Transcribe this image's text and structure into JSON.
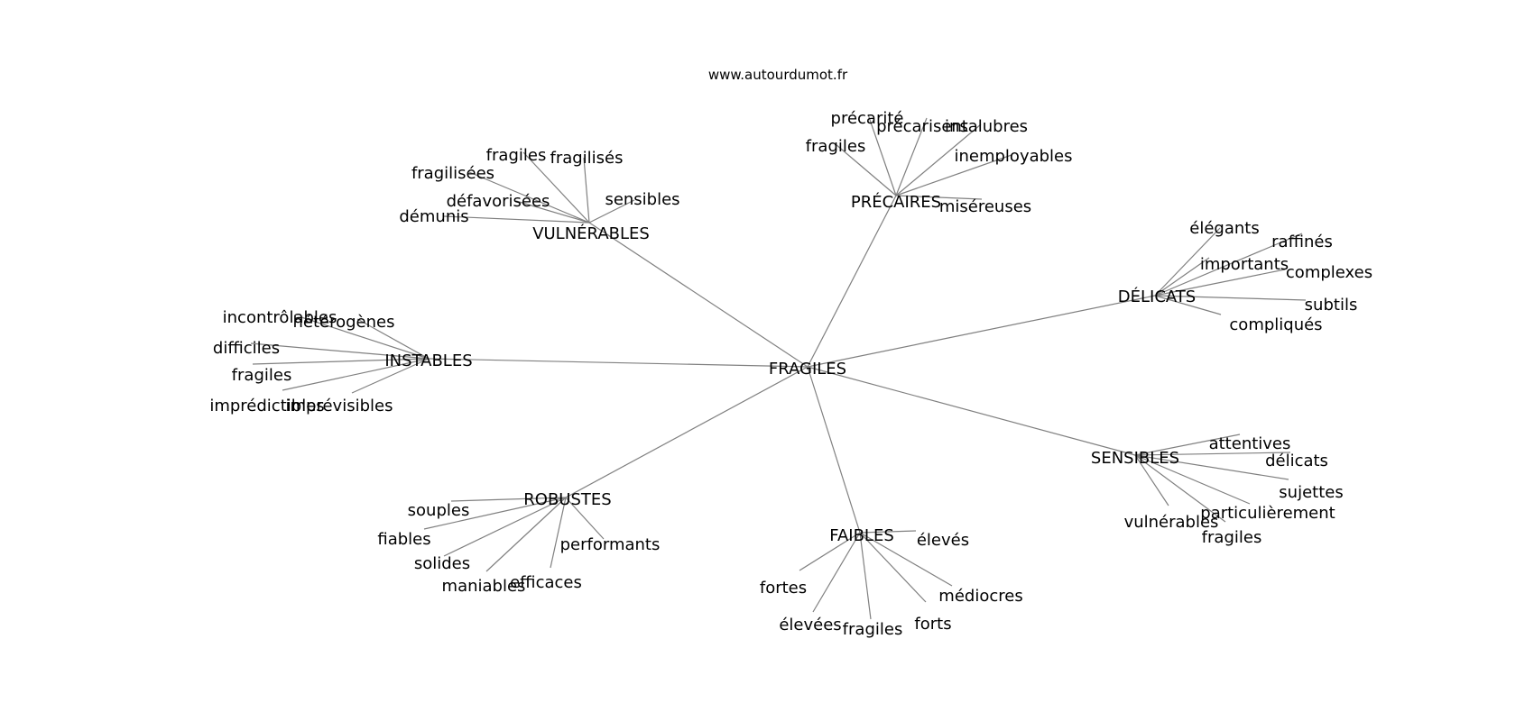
{
  "source": "www.autourdumot.fr",
  "colors": {
    "edge": "#808080",
    "text": "#000000",
    "background": "#ffffff"
  },
  "root": "FRAGILES",
  "clusters": [
    {
      "id": "vulnerables",
      "label": "VULNÉRABLES",
      "words": [
        "fragiles",
        "fragilisés",
        "fragilisées",
        "défavorisées",
        "sensibles",
        "démunis"
      ]
    },
    {
      "id": "precaires",
      "label": "PRÉCAIRES",
      "words": [
        "précarité",
        "précarisent",
        "insalubres",
        "fragiles",
        "inemployables",
        "miséreuses"
      ]
    },
    {
      "id": "delicats",
      "label": "DÉLICATS",
      "words": [
        "élégants",
        "raffinés",
        "importants",
        "complexes",
        "subtils",
        "compliqués"
      ]
    },
    {
      "id": "instables",
      "label": "INSTABLES",
      "words": [
        "incontrôlables",
        "hétérogènes",
        "difficiles",
        "fragiles",
        "imprédictibles",
        "imprévisibles"
      ]
    },
    {
      "id": "sensibles",
      "label": "SENSIBLES",
      "words": [
        "attentives",
        "délicats",
        "sujettes",
        "particulièrement",
        "vulnérables",
        "fragiles"
      ]
    },
    {
      "id": "robustes",
      "label": "ROBUSTES",
      "words": [
        "souples",
        "fiables",
        "performants",
        "solides",
        "maniables",
        "efficaces"
      ]
    },
    {
      "id": "faibles",
      "label": "FAIBLES",
      "words": [
        "élevés",
        "fortes",
        "médiocres",
        "élevées",
        "fragiles",
        "forts"
      ]
    }
  ]
}
